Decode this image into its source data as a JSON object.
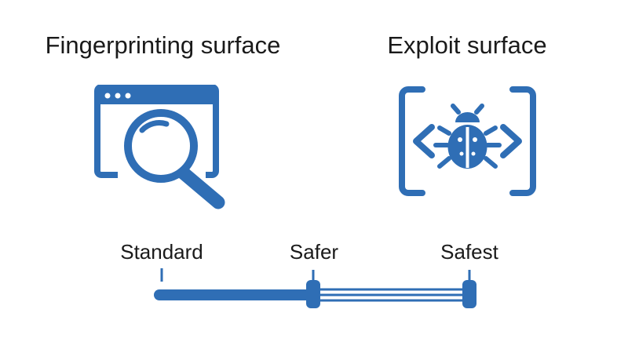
{
  "titles": {
    "left": "Fingerprinting surface",
    "right": "Exploit surface"
  },
  "icons": {
    "left": "browser-window-magnifier-icon",
    "right": "code-bug-icon"
  },
  "security_levels": [
    "Standard",
    "Safer",
    "Safest"
  ],
  "selected_level": "Safer",
  "colors": {
    "accent": "#2f6eb5",
    "text": "#1a1a1a",
    "background": "#ffffff"
  }
}
